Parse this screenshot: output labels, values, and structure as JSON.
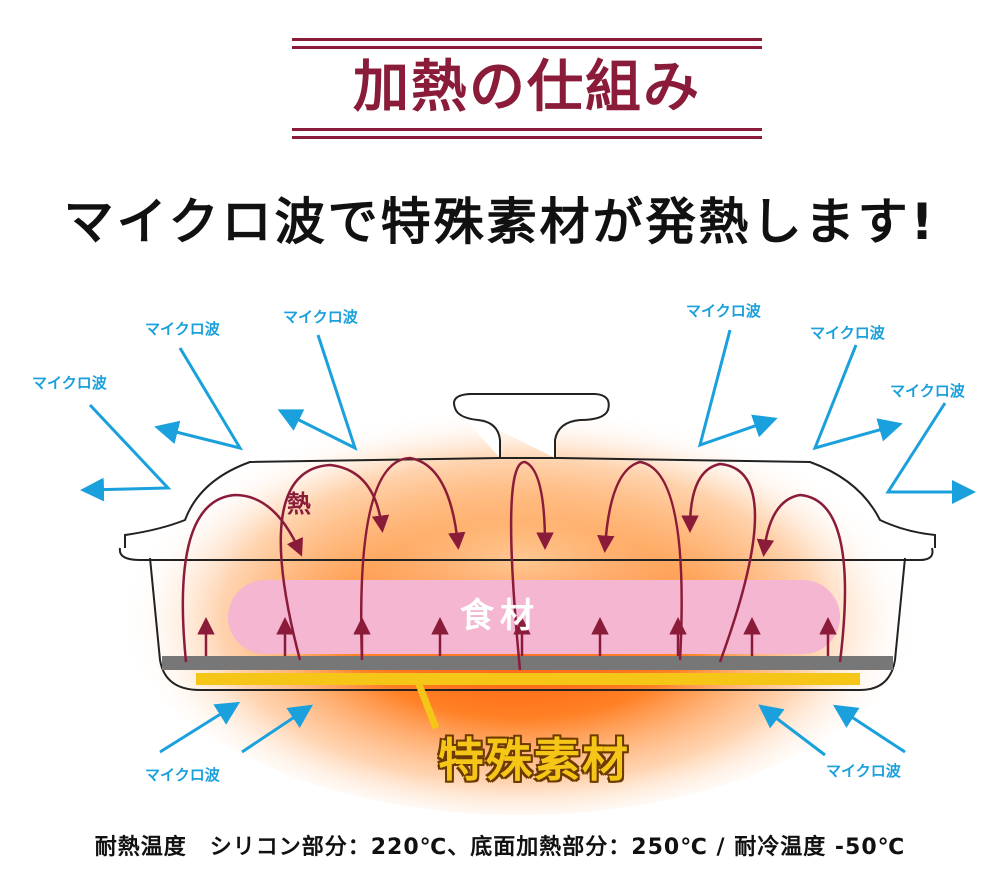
{
  "title": "加熱の仕組み",
  "subtitle": "マイクロ波で特殊素材が発熱します!",
  "labels": {
    "microwave": "マイクロ波",
    "heat": "熱",
    "food": "食材",
    "special_material": "特殊素材"
  },
  "footer": "耐熱温度　シリコン部分：220℃、底面加熱部分：250℃ / 耐冷温度 -50℃",
  "colors": {
    "title": "#8a1c3a",
    "microwave": "#1aa0dc",
    "heat_arrow": "#8a1c3a",
    "food": "#f4b6d0",
    "special_material": "#f5c518",
    "plate": "#777777",
    "glow": "#ff6a00"
  }
}
